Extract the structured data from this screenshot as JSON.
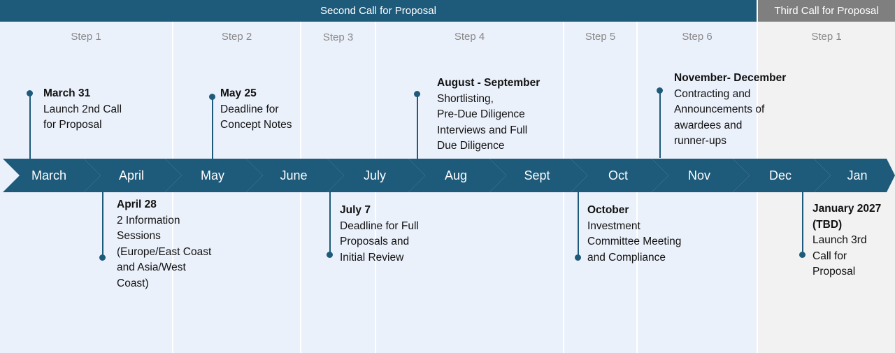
{
  "header": {
    "second_call": "Second Call for Proposal",
    "third_call": "Third Call for Proposal"
  },
  "steps": [
    "Step 1",
    "Step 2",
    "Step 3",
    "Step 4",
    "Step 5",
    "Step 6",
    "Step 1"
  ],
  "months": [
    "March",
    "April",
    "May",
    "June",
    "July",
    "Aug",
    "Sept",
    "Oct",
    "Nov",
    "Dec",
    "Jan"
  ],
  "events": [
    {
      "date": "March 31",
      "desc": "Launch 2nd Call\nfor Proposal"
    },
    {
      "date": "April 28",
      "desc": "2 Information\nSessions\n(Europe/East Coast\nand Asia/West\nCoast)"
    },
    {
      "date": "May 25",
      "desc": "Deadline for\nConcept Notes"
    },
    {
      "date": "July 7",
      "desc": "Deadline for Full\nProposals and\nInitial Review"
    },
    {
      "date": "August - September",
      "desc": "Shortlisting,\nPre-Due Diligence\nInterviews and Full\nDue Diligence"
    },
    {
      "date": "October",
      "desc": "Investment\nCommittee Meeting\nand Compliance"
    },
    {
      "date": "November- December",
      "desc": "Contracting and\nAnnouncements of\nawardees and\nrunner-ups"
    },
    {
      "date": "January 2027\n(TBD)",
      "desc": "Launch 3rd\nCall for\nProposal"
    }
  ],
  "colors": {
    "primary": "#1e5a7a",
    "third": "#7f7f7f",
    "panel": "#ebf1fb",
    "panel_third": "#f2f2f2"
  }
}
